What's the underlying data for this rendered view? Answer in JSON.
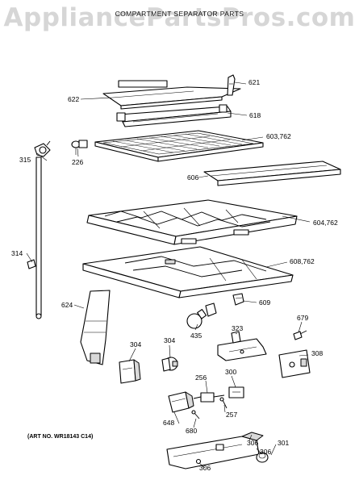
{
  "watermark": "AppliancePartsPros.com",
  "title": "COMPARTMENT SEPARATOR PARTS",
  "art_number": "(ART NO. WR18143 C14)",
  "callouts": {
    "c621": "621",
    "c622": "622",
    "c618": "618",
    "c603": "603,762",
    "c315": "315",
    "c226": "226",
    "c606": "606",
    "c604": "604,762",
    "c314": "314",
    "c608": "608,762",
    "c609": "609",
    "c624": "624",
    "c435": "435",
    "c679": "679",
    "c323": "323",
    "c304a": "304",
    "c304b": "304",
    "c308": "308",
    "c256": "256",
    "c300": "300",
    "c648": "648",
    "c257": "257",
    "c680": "680",
    "c306a": "306",
    "c306b": "306",
    "c306c": "306",
    "c301": "301"
  }
}
